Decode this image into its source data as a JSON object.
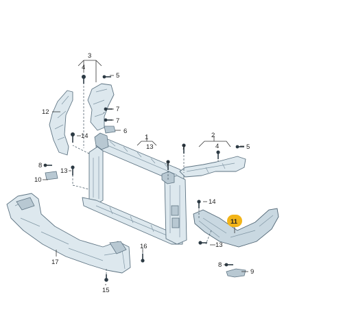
{
  "diagram": {
    "callouts": [
      {
        "id": "c3-top",
        "label": "3"
      },
      {
        "id": "c4-top",
        "label": "4"
      },
      {
        "id": "c5-top",
        "label": "5"
      },
      {
        "id": "c7-a",
        "label": "7"
      },
      {
        "id": "c7-b",
        "label": "7"
      },
      {
        "id": "c6",
        "label": "6"
      },
      {
        "id": "c12",
        "label": "12"
      },
      {
        "id": "c14-left",
        "label": "14"
      },
      {
        "id": "c1",
        "label": "1"
      },
      {
        "id": "c13-center",
        "label": "13"
      },
      {
        "id": "c2",
        "label": "2"
      },
      {
        "id": "c4-right",
        "label": "4"
      },
      {
        "id": "c5-right",
        "label": "5"
      },
      {
        "id": "c7-right",
        "label": "7"
      },
      {
        "id": "c7-center",
        "label": "7"
      },
      {
        "id": "c8-left",
        "label": "8"
      },
      {
        "id": "c13-left",
        "label": "13"
      },
      {
        "id": "c10",
        "label": "10"
      },
      {
        "id": "c14-right",
        "label": "14"
      },
      {
        "id": "c11",
        "label": "11"
      },
      {
        "id": "c16",
        "label": "16"
      },
      {
        "id": "c17",
        "label": "17"
      },
      {
        "id": "c15",
        "label": "15"
      },
      {
        "id": "c8-right",
        "label": "8"
      },
      {
        "id": "c9",
        "label": "9"
      }
    ],
    "highlight_color": "#f2b418",
    "part_fill": "#dde8ee",
    "part_stroke": "#5d7382"
  }
}
